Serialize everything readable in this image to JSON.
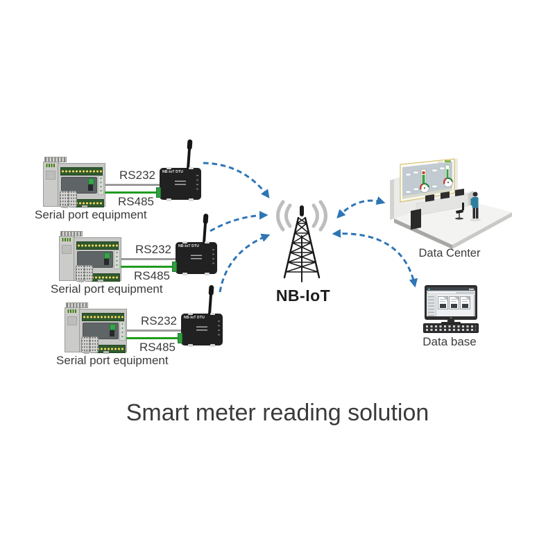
{
  "title": "Smart meter reading solution",
  "tower": {
    "label": "NB-IoT",
    "icon": "radio-tower-icon",
    "signal_icon": "wireless-signal-arcs-icon"
  },
  "groups": [
    {
      "equipment_label": "Serial port equipment",
      "rs232_label": "RS232",
      "rs485_label": "RS485",
      "dtu_label": "NB-IoT DTU"
    },
    {
      "equipment_label": "Serial port equipment",
      "rs232_label": "RS232",
      "rs485_label": "RS485",
      "dtu_label": "NB-IoT DTU"
    },
    {
      "equipment_label": "Serial port equipment",
      "rs232_label": "RS232",
      "rs485_label": "RS485",
      "dtu_label": "NB-IoT DTU"
    }
  ],
  "data_center": {
    "label": "Data Center",
    "icon": "control-room-illustration"
  },
  "database": {
    "label": "Data base",
    "icon": "desktop-computer-illustration"
  },
  "arrows": [
    {
      "from": "dtu-1",
      "to": "tower",
      "direction": "one-way"
    },
    {
      "from": "dtu-2",
      "to": "tower",
      "direction": "one-way"
    },
    {
      "from": "dtu-3",
      "to": "tower",
      "direction": "one-way"
    },
    {
      "from": "tower",
      "to": "data-center",
      "direction": "two-way"
    },
    {
      "from": "tower",
      "to": "database",
      "direction": "two-way"
    }
  ],
  "colors": {
    "arrow_blue": "#2e75b6",
    "rs232_line_gray": "#9b9b9b",
    "rs485_line_green": "#1f9b1f",
    "signal_arc_gray": "#bdbdbd",
    "tower_black": "#1a1a1a",
    "dtu_body_black": "#212121",
    "terminal_green": "#2f9e3f",
    "text_dark": "#3b3b3b"
  }
}
